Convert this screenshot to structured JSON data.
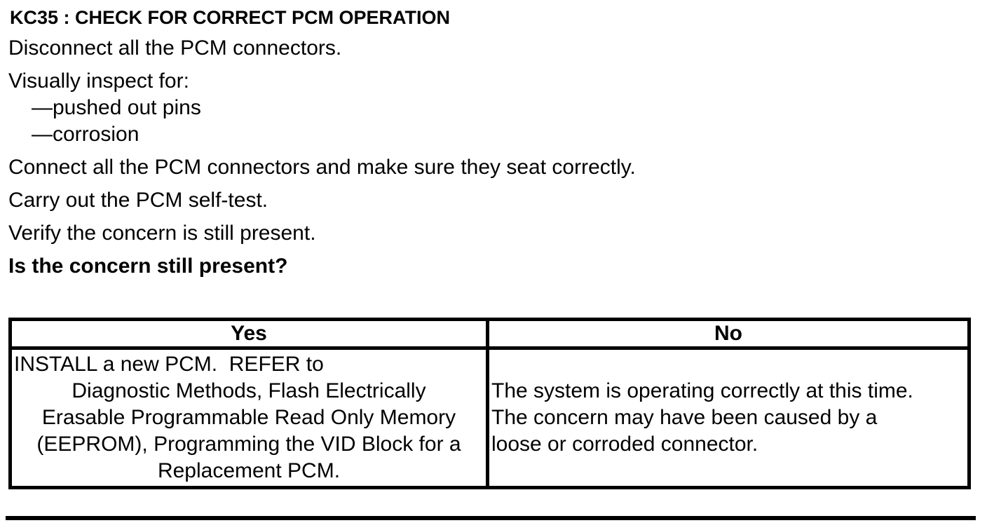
{
  "page": {
    "heading": "KC35 : CHECK FOR CORRECT PCM OPERATION",
    "steps": {
      "disconnect": "Disconnect all the PCM connectors.",
      "inspect_label": "Visually inspect for:",
      "inspect_item_pins": "—pushed out pins",
      "inspect_item_corrosion": "—corrosion",
      "connect": "Connect all the PCM connectors and make sure they seat correctly.",
      "selftest": "Carry out the PCM self-test.",
      "verify": "Verify the concern is still present.",
      "question": "Is the concern still present?"
    },
    "table": {
      "yes_header": "Yes",
      "no_header": "No",
      "yes_action": "INSTALL a new PCM.  REFER to",
      "yes_refer": "Diagnostic Methods, Flash Electrically\nErasable Programmable Read Only Memory\n(EEPROM), Programming the VID Block for a\nReplacement PCM.",
      "no_action": "The system is operating correctly at this time.\nThe concern may have been caused by a\nloose or corroded connector."
    },
    "colors": {
      "text": "#000000",
      "background": "#ffffff"
    }
  }
}
